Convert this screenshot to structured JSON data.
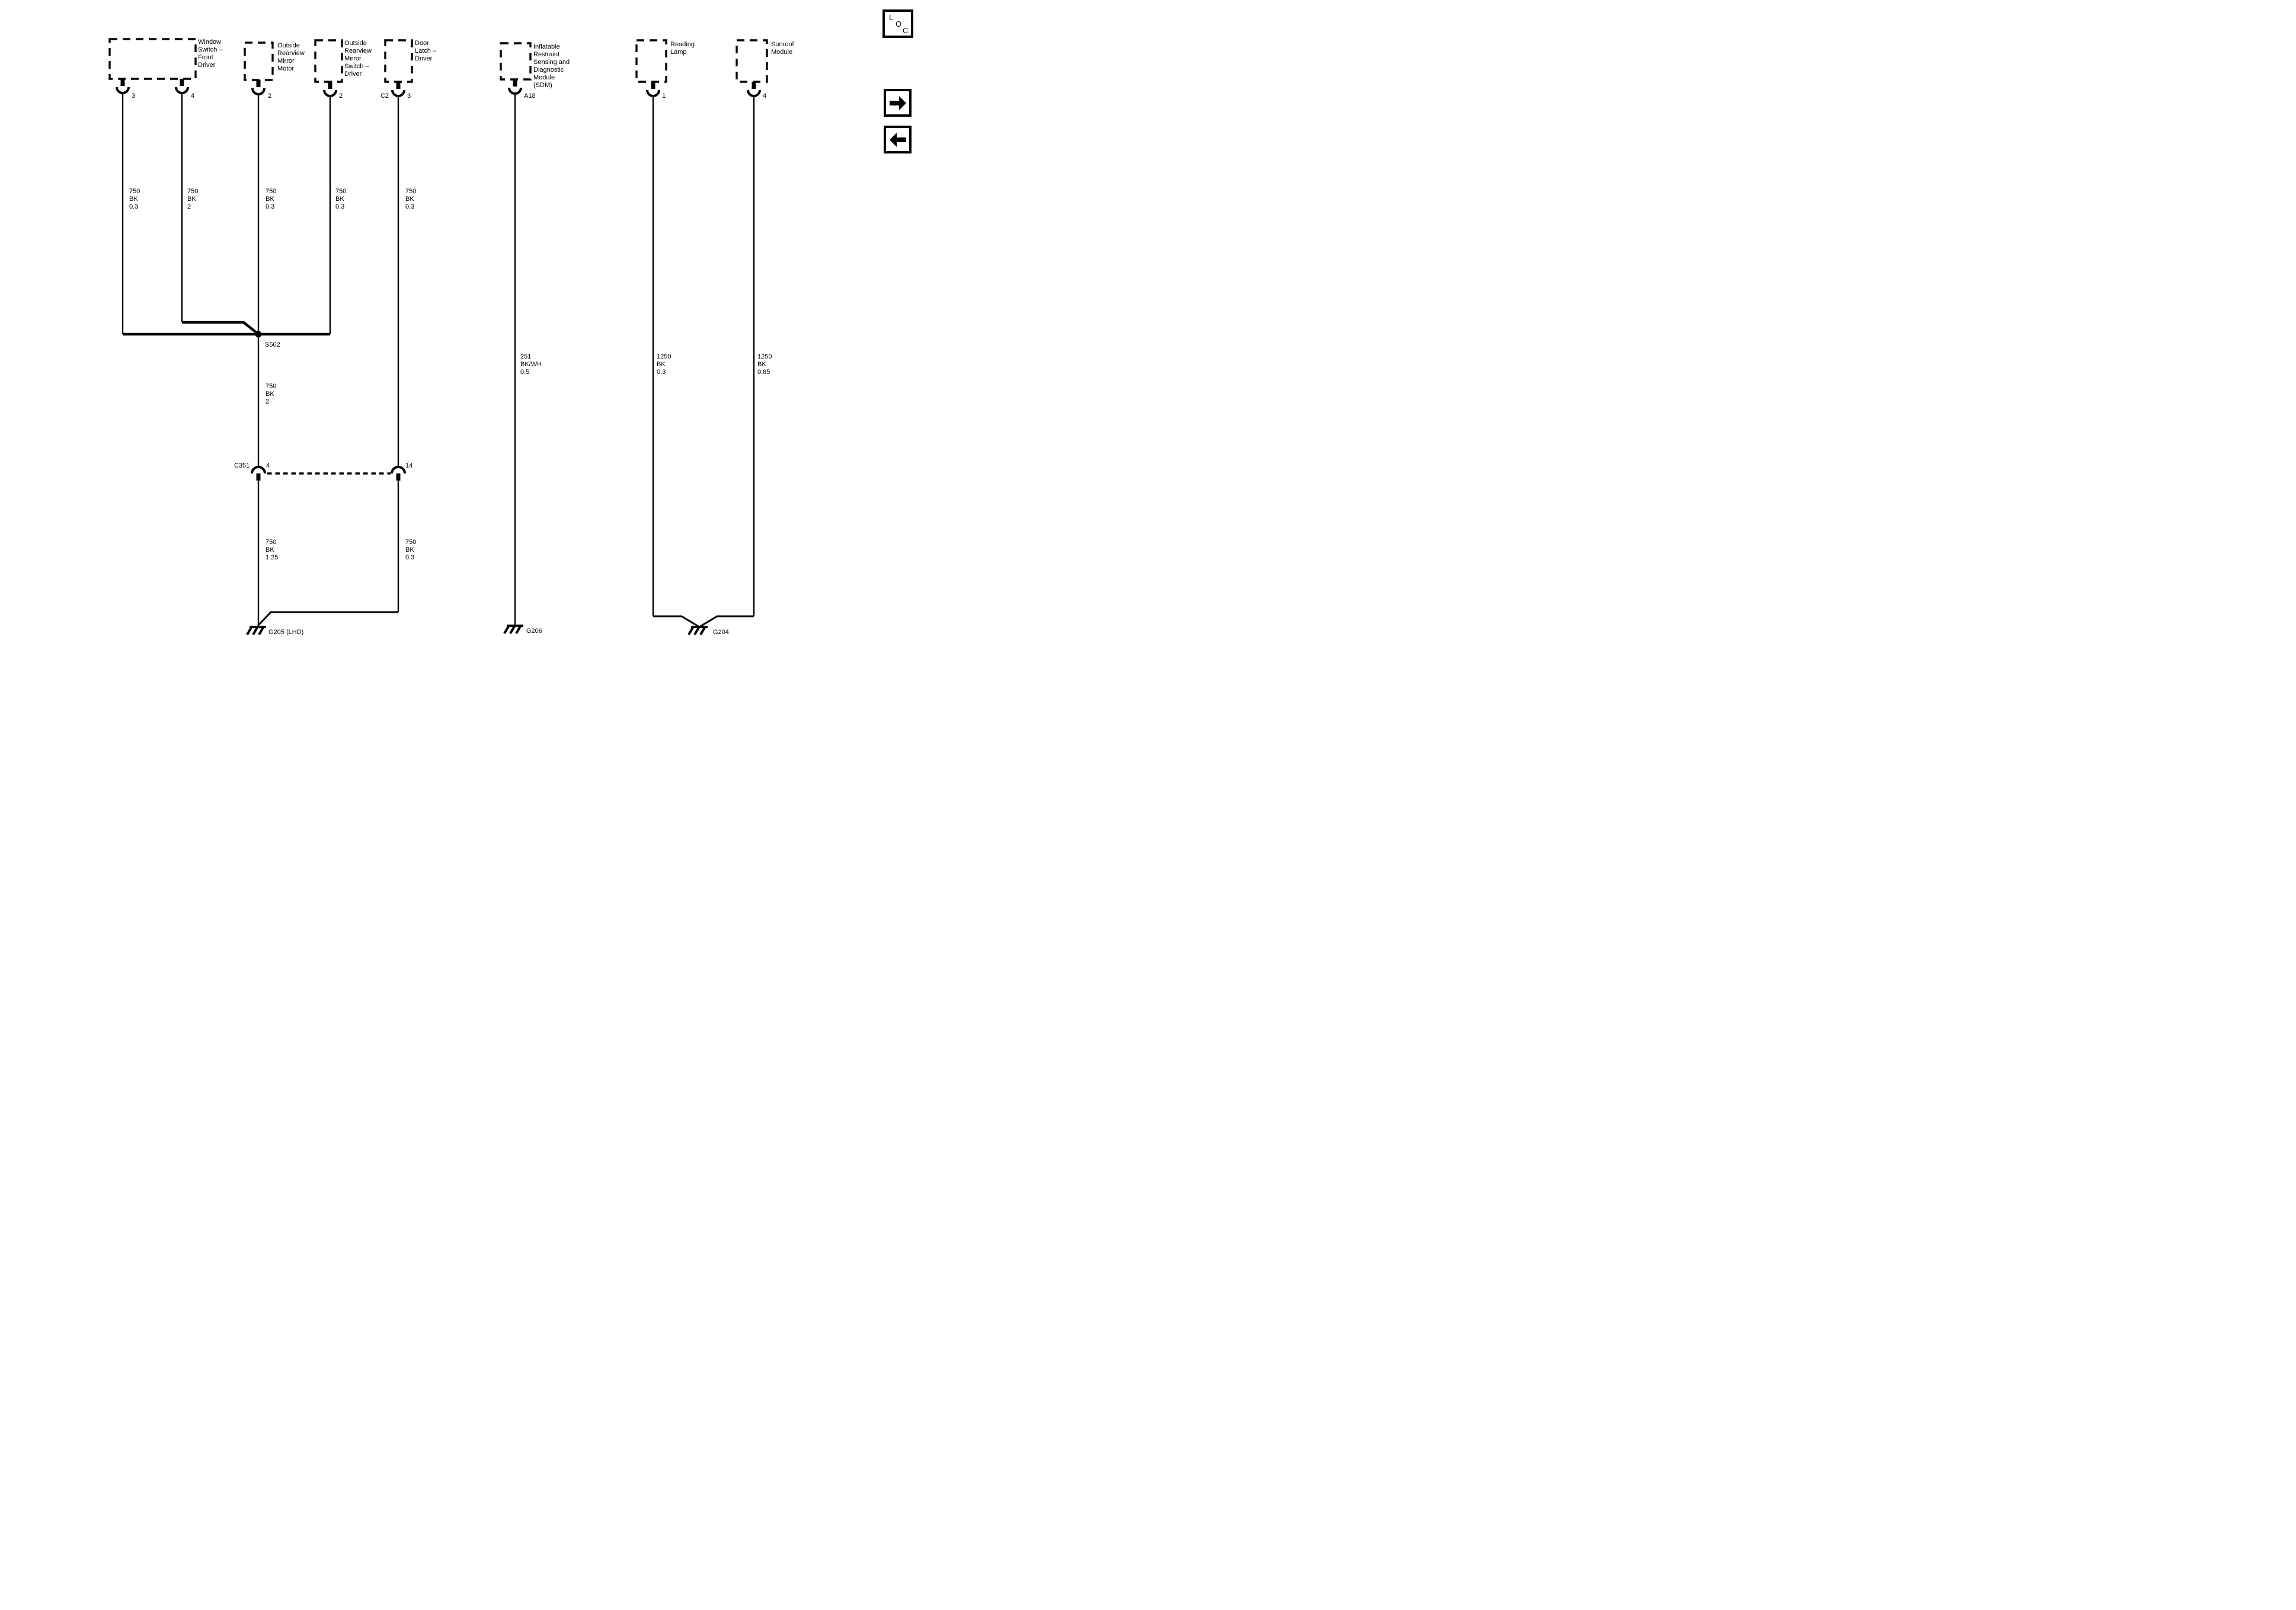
{
  "diagram": {
    "components": [
      {
        "id": "window-switch-front-driver",
        "label": "Window\nSwitch –\nFront\nDriver",
        "pins": [
          {
            "label": "3"
          },
          {
            "label": "4"
          }
        ]
      },
      {
        "id": "outside-rearview-mirror-motor",
        "label": "Outside\nRearview\nMirror\nMotor",
        "pins": [
          {
            "label": "2"
          }
        ]
      },
      {
        "id": "outside-rearview-mirror-switch-driver",
        "label": "Outside\nRearview\nMirror\nSwitch –\nDriver",
        "pins": [
          {
            "label": "2"
          }
        ]
      },
      {
        "id": "door-latch-driver",
        "label": "Door\nLatch –\nDriver",
        "pins": [
          {
            "connector": "C2",
            "label": "3"
          }
        ]
      },
      {
        "id": "inflatable-restraint-sdm",
        "label": "Inflatable\nRestraint\nSensing and\nDiagnostic\nModule\n(SDM)",
        "pins": [
          {
            "label": "A18"
          }
        ]
      },
      {
        "id": "reading-lamp",
        "label": "Reading\nLamp",
        "pins": [
          {
            "label": "1"
          }
        ]
      },
      {
        "id": "sunroof-module",
        "label": "Sunroof\nModule",
        "pins": [
          {
            "label": "4"
          }
        ]
      }
    ],
    "wires": [
      {
        "id": "window-switch-pin-3",
        "label": "750\nBK\n0.3"
      },
      {
        "id": "window-switch-pin-4",
        "label": "750\nBK\n2"
      },
      {
        "id": "mirror-motor-pin-2",
        "label": "750\nBK\n0.3"
      },
      {
        "id": "mirror-switch-pin-2",
        "label": "750\nBK\n0.3"
      },
      {
        "id": "door-latch-pin-3",
        "label": "750\nBK\n0.3"
      },
      {
        "id": "sdm-pin-a18",
        "label": "251\nBK/WH\n0.5"
      },
      {
        "id": "reading-lamp-pin-1",
        "label": "1250\nBK\n0.3"
      },
      {
        "id": "sunroof-pin-4",
        "label": "1250\nBK\n0.85"
      },
      {
        "id": "splice-to-c351",
        "label": "750\nBK\n2"
      },
      {
        "id": "c351-4-to-g205",
        "label": "750\nBK\n1.25"
      },
      {
        "id": "c351-14-to-g205",
        "label": "750\nBK\n0.3"
      }
    ],
    "splice": {
      "label": "S502"
    },
    "inline_connector": {
      "label": "C351",
      "left_pin": "4",
      "right_pin": "14"
    },
    "grounds": [
      {
        "id": "G205",
        "label": "G205 (LHD)"
      },
      {
        "id": "G206",
        "label": "G206"
      },
      {
        "id": "G204",
        "label": "G204"
      }
    ]
  },
  "toolbar": {
    "loc_letters": [
      "L",
      "O",
      "C"
    ],
    "next_icon": "arrow-right",
    "prev_icon": "arrow-left"
  },
  "colors": {
    "line": "#000000",
    "background": "#ffffff"
  }
}
